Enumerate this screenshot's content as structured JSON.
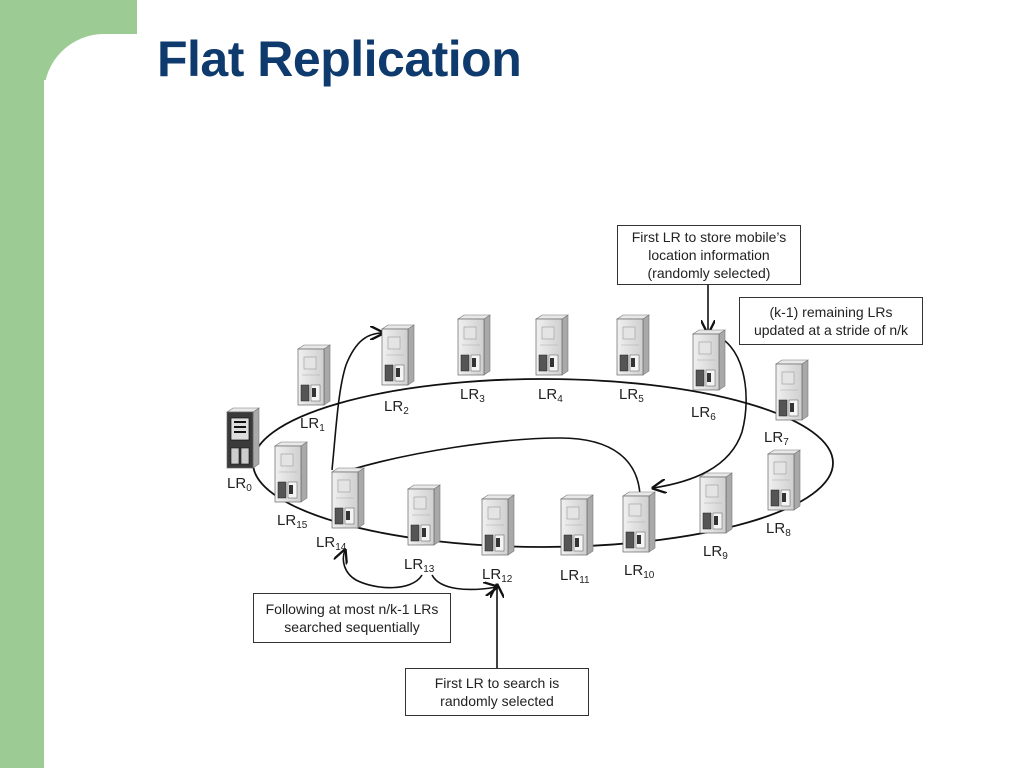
{
  "slide": {
    "title": "Flat Replication"
  },
  "diagram": {
    "colors": {
      "title": "#0e3a6e",
      "sidebar": "#9ccc94",
      "line": "#111111",
      "server_body": "#d9d9d9",
      "server_dark": "#333333"
    },
    "icon": "server-tower-icon",
    "location_registers": [
      {
        "id": "LR0",
        "prefix": "LR",
        "sub": "0"
      },
      {
        "id": "LR1",
        "prefix": "LR",
        "sub": "1"
      },
      {
        "id": "LR2",
        "prefix": "LR",
        "sub": "2"
      },
      {
        "id": "LR3",
        "prefix": "LR",
        "sub": "3"
      },
      {
        "id": "LR4",
        "prefix": "LR",
        "sub": "4"
      },
      {
        "id": "LR5",
        "prefix": "LR",
        "sub": "5"
      },
      {
        "id": "LR6",
        "prefix": "LR",
        "sub": "6"
      },
      {
        "id": "LR7",
        "prefix": "LR",
        "sub": "7"
      },
      {
        "id": "LR8",
        "prefix": "LR",
        "sub": "8"
      },
      {
        "id": "LR9",
        "prefix": "LR",
        "sub": "9"
      },
      {
        "id": "LR10",
        "prefix": "LR",
        "sub": "10"
      },
      {
        "id": "LR11",
        "prefix": "LR",
        "sub": "11"
      },
      {
        "id": "LR12",
        "prefix": "LR",
        "sub": "12"
      },
      {
        "id": "LR13",
        "prefix": "LR",
        "sub": "13"
      },
      {
        "id": "LR14",
        "prefix": "LR",
        "sub": "14"
      },
      {
        "id": "LR15",
        "prefix": "LR",
        "sub": "15"
      }
    ],
    "callouts": {
      "store": {
        "lines": [
          "First LR to store mobile’s",
          "location information",
          "(randomly selected)"
        ]
      },
      "remaining": {
        "lines": [
          "(k-1) remaining LRs",
          "updated at a stride of n/k"
        ]
      },
      "sequential": {
        "lines": [
          "Following at most n/k-1 LRs",
          "searched sequentially"
        ]
      },
      "first_search": {
        "lines": [
          "First LR to search is",
          "randomly selected"
        ]
      }
    }
  }
}
